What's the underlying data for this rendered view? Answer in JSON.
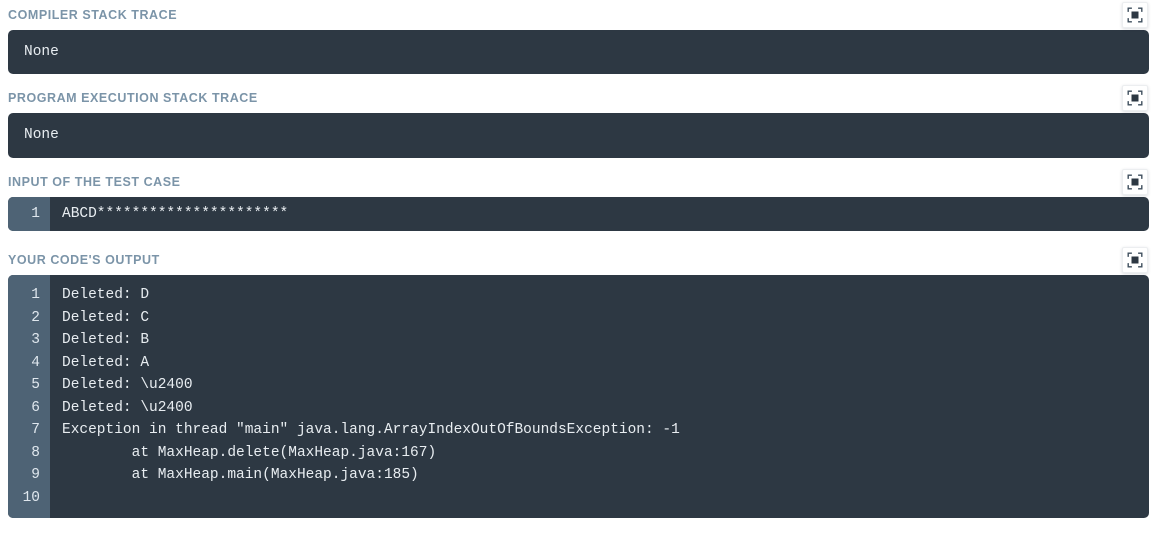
{
  "theme": {
    "page_bg": "#ffffff",
    "panel_bg": "#2d3843",
    "gutter_bg": "#4e6375",
    "label_color": "#7b94a8",
    "code_color": "#e8edf1"
  },
  "sections": [
    {
      "title": "COMPILER STACK TRACE",
      "expand_icon": "fullscreen-expand-icon",
      "kind": "plain",
      "text": "None"
    },
    {
      "title": "PROGRAM EXECUTION STACK TRACE",
      "expand_icon": "fullscreen-expand-icon",
      "kind": "plain",
      "text": "None"
    },
    {
      "title": "INPUT OF THE TEST CASE",
      "expand_icon": "fullscreen-expand-icon",
      "kind": "code",
      "line_numbers": [
        "1"
      ],
      "lines": [
        "ABCD**********************"
      ]
    },
    {
      "title": "YOUR CODE'S OUTPUT",
      "expand_icon": "fullscreen-expand-icon",
      "kind": "code",
      "line_numbers": [
        "1",
        "2",
        "3",
        "4",
        "5",
        "6",
        "7",
        "8",
        "9",
        "10"
      ],
      "lines": [
        "Deleted: D",
        "Deleted: C",
        "Deleted: B",
        "Deleted: A",
        "Deleted: \\u2400",
        "Deleted: \\u2400",
        "Exception in thread \"main\" java.lang.ArrayIndexOutOfBoundsException: -1",
        "        at MaxHeap.delete(MaxHeap.java:167)",
        "        at MaxHeap.main(MaxHeap.java:185)",
        ""
      ]
    }
  ]
}
